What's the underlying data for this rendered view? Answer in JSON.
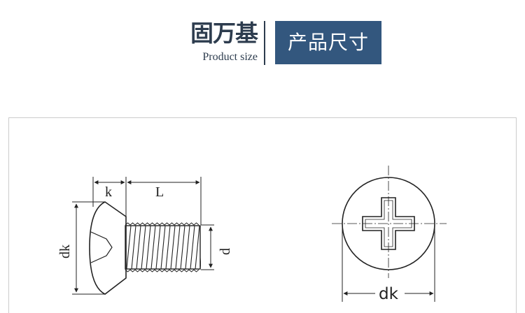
{
  "header": {
    "brand_name": "固万基",
    "brand_subtitle": "Product size",
    "section_title": "产品尺寸"
  },
  "diagram": {
    "side_view_labels": {
      "k": "k",
      "L": "L",
      "dk": "dk",
      "d": "d"
    },
    "top_view_labels": {
      "dk": "dk"
    }
  },
  "colors": {
    "title_box_bg": "#33577e",
    "brand_text": "#2d3c4e",
    "line": "#222222"
  }
}
